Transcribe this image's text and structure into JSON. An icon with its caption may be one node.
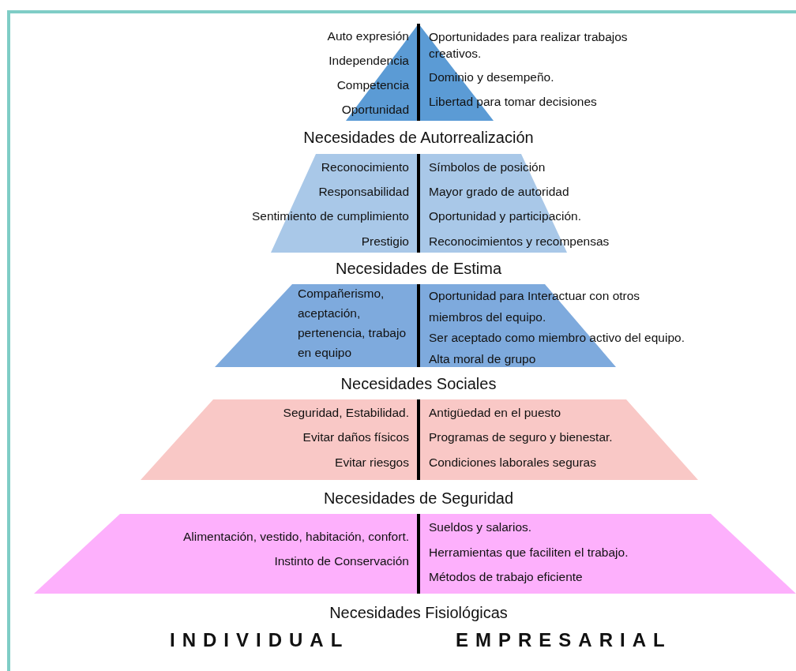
{
  "diagram": {
    "nodes": [
      {
        "text": [
          "Auto expresión",
          "Independencia",
          "Competencia",
          "Oportunidad",
          "Oportunidades para realizar trabajos creativos.",
          "Dominio y desempeño.",
          "Libertad para tomar decisiones"
        ],
        "beside": [
          "Necesidades de Autorrealización"
        ]
      },
      {
        "text": [
          "Reconocimiento",
          "Responsabilidad",
          "Sentimiento de cumplimiento",
          "Prestigio",
          "Símbolos de posición",
          "Mayor grado de autoridad",
          "Oportunidad y participación.",
          "Reconocimientos y recompensas"
        ],
        "beside": [
          "Necesidades de Estima"
        ]
      },
      {
        "text": [
          "Compañerismo, aceptación, pertenencia, trabajo en equipo",
          "Oportunidad para Interactuar con otros miembros del equipo.",
          "Ser aceptado como miembro activo del equipo.",
          "Alta moral de grupo"
        ],
        "beside": [
          "Necesidades Sociales"
        ]
      },
      {
        "text": [
          "Seguridad, Estabilidad.",
          "Evitar daños físicos",
          "Evitar riesgos",
          "Antigüedad en el puesto",
          "Programas de seguro y bienestar.",
          "Condiciones laborales seguras"
        ],
        "beside": [
          "Necesidades de Seguridad"
        ]
      },
      {
        "text": [
          "Alimentación, vestido, habitación, confort.",
          "Instinto de Conservación",
          "Sueldos y salarios.",
          "Herramientas que faciliten el trabajo.",
          "Métodos de trabajo eficiente"
        ],
        "beside": [
          "Necesidades Fisiológicas"
        ]
      }
    ],
    "labels": [
      "INDIVIDUAL",
      "EMPRESARIAL"
    ]
  }
}
